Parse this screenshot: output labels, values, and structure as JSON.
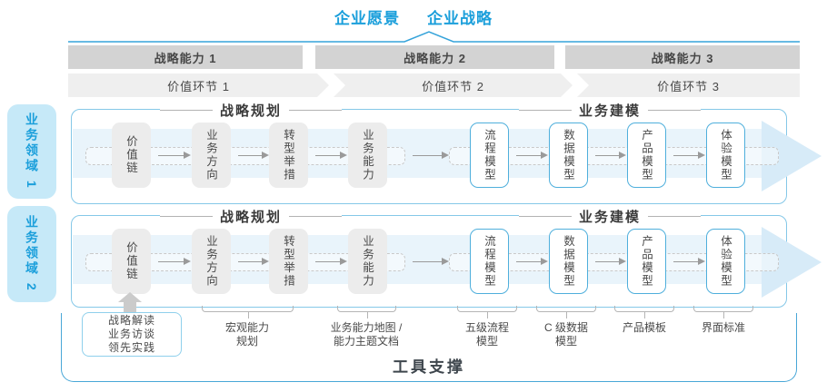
{
  "title": {
    "vision": "企业愿景",
    "strategy": "企业战略"
  },
  "capability_bars": [
    "战略能力 1",
    "战略能力 2",
    "战略能力 3"
  ],
  "value_chain": [
    "价值环节 1",
    "价值环节 2",
    "价值环节 3"
  ],
  "domains": [
    {
      "label": "业务领域 1",
      "planning_header": "战略规划",
      "modeling_header": "业务建模",
      "planning_boxes": [
        "价值链",
        "业务方向",
        "转型举措",
        "业务能力"
      ],
      "modeling_boxes": [
        "流程模型",
        "数据模型",
        "产品模型",
        "体验模型"
      ]
    },
    {
      "label": "业务领域 2",
      "planning_header": "战略规划",
      "modeling_header": "业务建模",
      "planning_boxes": [
        "价值链",
        "业务方向",
        "转型举措",
        "业务能力"
      ],
      "modeling_boxes": [
        "流程模型",
        "数据模型",
        "产品模型",
        "体验模型"
      ]
    }
  ],
  "annotations": {
    "practice_box": [
      "战略解读",
      "业务访谈",
      "领先实践"
    ],
    "bottom_labels": [
      {
        "line1": "宏观能力",
        "line2": "规划"
      },
      {
        "line1": "业务能力地图 /",
        "line2": "能力主题文档"
      },
      {
        "line1": "五级流程",
        "line2": "模型"
      },
      {
        "line1": "C 级数据",
        "line2": "模型"
      },
      {
        "line1": "产品模板",
        "line2": ""
      },
      {
        "line1": "界面标准",
        "line2": ""
      }
    ]
  },
  "tool_support": "工具支撑",
  "colors": {
    "accent_blue": "#1b9fdb",
    "row_border_blue": "#85c8e8",
    "stage_box_border_blue": "#4fafdc",
    "domain_label_bg": "#c6e9f8",
    "flow_band": "#e9f4fb",
    "flow_arrowhead": "#d7ebf8",
    "capability_bar_gray": "#d3d3d3",
    "chevron_gray": "#efefef",
    "stage_box_gray": "#ececec",
    "text_dark": "#4a4a4a",
    "tool_border_blue": "#49a7d7"
  }
}
